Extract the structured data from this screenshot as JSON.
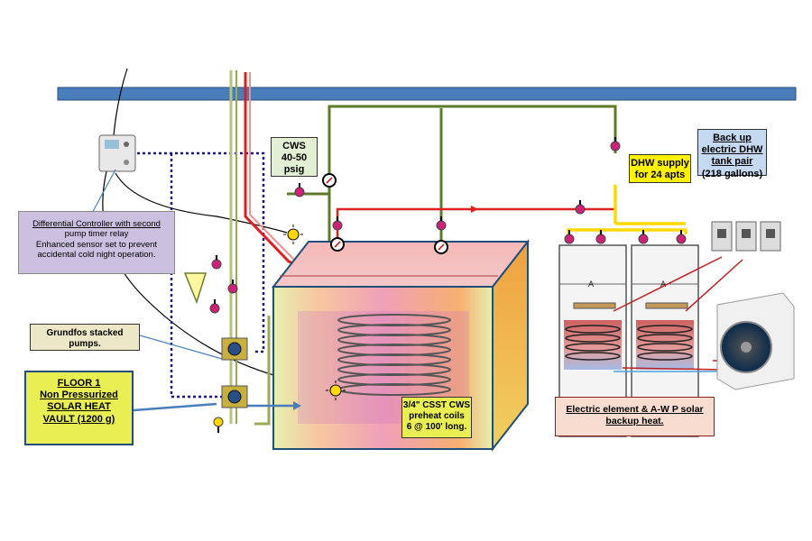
{
  "labels": {
    "cws": [
      "CWS",
      "40-50",
      "psig"
    ],
    "dhw_supply": [
      "DHW supply",
      "for 24 apts"
    ],
    "backup": [
      "Back up",
      "electric DHW",
      "tank pair",
      "(218 gallons)"
    ],
    "differential": [
      "Differential Controller  with second",
      "pump timer relay",
      "Enhanced sensor set to prevent",
      "accidental cold night operation."
    ],
    "grundfos": [
      "Grundfos stacked",
      "pumps."
    ],
    "floor": [
      "FLOOR  1",
      "Non Pressurized",
      "SOLAR HEAT",
      "VAULT    (1200 g)"
    ],
    "coils": [
      "3/4\" CSST CWS",
      "preheat coils",
      "6 @ 100' long."
    ],
    "electric": [
      "Electric element & A-W P solar",
      "backup heat."
    ],
    "tank_dim": "A"
  },
  "colors": {
    "beam": "#4a7ebb",
    "hot": "#e02020",
    "cold_green": "#5b7a2a",
    "dhw": "#ffd800",
    "dashed": "#1a1a7a",
    "tank_outline": "#1f4e79"
  }
}
